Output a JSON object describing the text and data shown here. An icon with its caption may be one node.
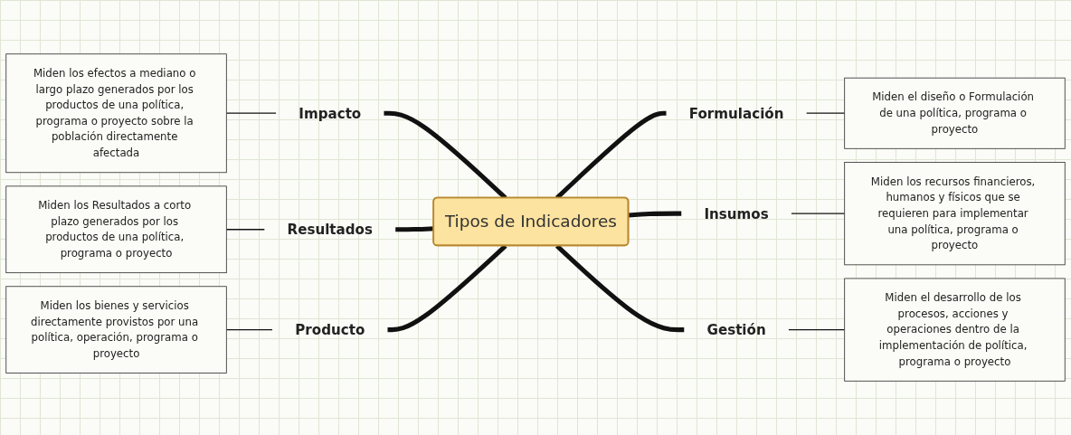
{
  "diagram": {
    "nodes": [
      {
        "text": [
          "Tipos de Indicadores"
        ]
      },
      {
        "text": [
          "Impacto"
        ]
      },
      {
        "text": [
          "Miden los efectos a mediano o largo plazo generados por los productos de una política, programa o proyecto sobre la población directamente afectada"
        ]
      },
      {
        "text": [
          "Resultados"
        ]
      },
      {
        "text": [
          "Miden los Resultados a corto plazo generados por los productos de una política, programa o proyecto"
        ]
      },
      {
        "text": [
          "Producto"
        ]
      },
      {
        "text": [
          "Miden los bienes y servicios directamente provistos por una política, operación, programa o proyecto"
        ]
      },
      {
        "text": [
          "Formulación"
        ]
      },
      {
        "text": [
          "Miden el diseño o Formulación de una política, programa o proyecto"
        ]
      },
      {
        "text": [
          "Insumos"
        ]
      },
      {
        "text": [
          "Miden los recursos financieros, humanos y físicos que se requieren para implementar una política, programa o proyecto"
        ]
      },
      {
        "text": [
          "Gestión"
        ]
      },
      {
        "text": [
          "Miden el desarrollo de los procesos, acciones y operaciones dentro de la implementación de política, programa o proyecto"
        ]
      }
    ],
    "edges": [
      {
        "from": 2,
        "to": 1,
        "arrow": "none"
      },
      {
        "from": 1,
        "to": 0,
        "arrow": "none",
        "style": "thick"
      },
      {
        "from": 4,
        "to": 3,
        "arrow": "none"
      },
      {
        "from": 3,
        "to": 0,
        "arrow": "none",
        "style": "thick"
      },
      {
        "from": 6,
        "to": 5,
        "arrow": "none"
      },
      {
        "from": 5,
        "to": 0,
        "arrow": "none",
        "style": "thick"
      },
      {
        "from": 0,
        "to": 7,
        "arrow": "none",
        "style": "thick"
      },
      {
        "from": 7,
        "to": 8,
        "arrow": "none"
      },
      {
        "from": 0,
        "to": 9,
        "arrow": "none",
        "style": "thick"
      },
      {
        "from": 9,
        "to": 10,
        "arrow": "none"
      },
      {
        "from": 0,
        "to": 11,
        "arrow": "none",
        "style": "thick"
      },
      {
        "from": 11,
        "to": 12,
        "arrow": "none"
      }
    ]
  }
}
